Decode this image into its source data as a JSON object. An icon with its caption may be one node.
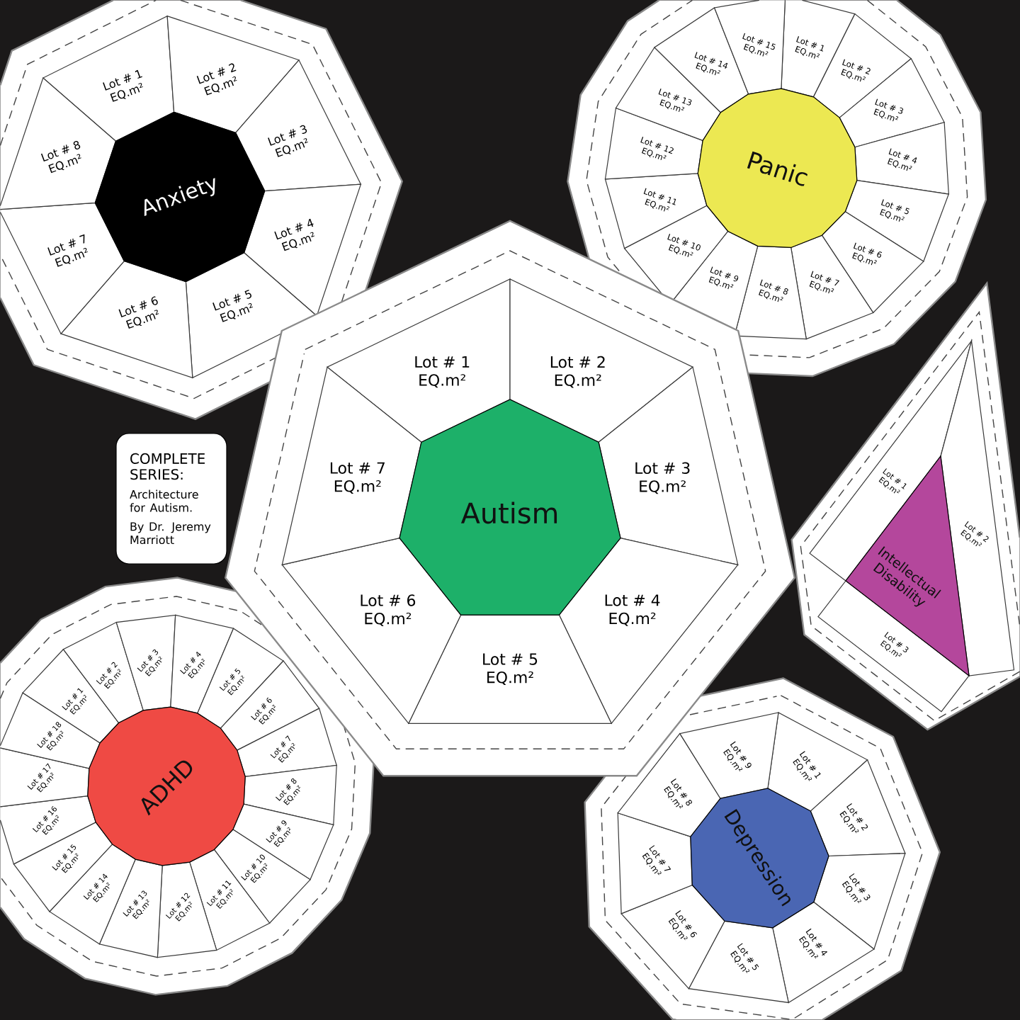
{
  "diagram": {
    "nodes": [
      {
        "text": [],
        "shape": "polygon"
      },
      {
        "text": [
          "Anxiety"
        ],
        "in": 0
      },
      {
        "text": [
          "Lot # 1",
          "EQ.m²"
        ],
        "in": 0
      },
      {
        "text": [
          "Lot # 2",
          "EQ.m²"
        ],
        "in": 0
      },
      {
        "text": [
          "Lot # 3",
          "EQ.m²"
        ],
        "in": 0
      },
      {
        "text": [
          "Lot # 4",
          "EQ.m²"
        ],
        "in": 0
      },
      {
        "text": [
          "Lot # 5",
          "EQ.m²"
        ],
        "in": 0
      },
      {
        "text": [
          "Lot # 6",
          "EQ.m²"
        ],
        "in": 0
      },
      {
        "text": [
          "Lot # 7",
          "EQ.m²"
        ],
        "in": 0
      },
      {
        "text": [
          "Lot # 8",
          "EQ.m²"
        ],
        "in": 0
      },
      {
        "text": [],
        "shape": "polygon"
      },
      {
        "text": [
          "Panic"
        ],
        "in": 10
      },
      {
        "text": [
          "Lot # 1",
          "EQ.m²"
        ],
        "in": 10
      },
      {
        "text": [
          "Lot # 2",
          "EQ.m²"
        ],
        "in": 10
      },
      {
        "text": [
          "Lot # 3",
          "EQ.m²"
        ],
        "in": 10
      },
      {
        "text": [
          "Lot # 4",
          "EQ.m²"
        ],
        "in": 10
      },
      {
        "text": [
          "Lot # 5",
          "EQ.m²"
        ],
        "in": 10
      },
      {
        "text": [
          "Lot # 6",
          "EQ.m²"
        ],
        "in": 10
      },
      {
        "text": [
          "Lot # 7",
          "EQ.m²"
        ],
        "in": 10
      },
      {
        "text": [
          "Lot # 8",
          "EQ.m²"
        ],
        "in": 10
      },
      {
        "text": [
          "Lot # 9",
          "EQ.m²"
        ],
        "in": 10
      },
      {
        "text": [
          "Lot # 10",
          "EQ.m²"
        ],
        "in": 10
      },
      {
        "text": [
          "Lot # 11",
          "EQ.m²"
        ],
        "in": 10
      },
      {
        "text": [
          "Lot # 12",
          "EQ.m²"
        ],
        "in": 10
      },
      {
        "text": [
          "Lot # 13",
          "EQ.m²"
        ],
        "in": 10
      },
      {
        "text": [
          "Lot # 14",
          "EQ.m²"
        ],
        "in": 10
      },
      {
        "text": [
          "Lot # 15",
          "EQ.m²"
        ],
        "in": 10
      },
      {
        "text": [
          "COMPLETE SERIES:",
          "Architecture for Autism.",
          "By Dr. Jeremy Marriott"
        ]
      },
      {
        "text": [],
        "shape": "polygon"
      },
      {
        "text": [
          "Autism"
        ],
        "in": 28
      },
      {
        "text": [
          "Lot # 1",
          "EQ.m²"
        ],
        "in": 28
      },
      {
        "text": [
          "Lot # 2",
          "EQ.m²"
        ],
        "in": 28
      },
      {
        "text": [
          "Lot # 3",
          "EQ.m²"
        ],
        "in": 28
      },
      {
        "text": [
          "Lot # 4",
          "EQ.m²"
        ],
        "in": 28
      },
      {
        "text": [
          "Lot # 5",
          "EQ.m²"
        ],
        "in": 28
      },
      {
        "text": [
          "Lot # 6",
          "EQ.m²"
        ],
        "in": 28
      },
      {
        "text": [
          "Lot # 7",
          "EQ.m²"
        ],
        "in": 28
      },
      {
        "text": [],
        "shape": "polygon"
      },
      {
        "text": [
          "Intellectual Disability"
        ],
        "in": 37
      },
      {
        "text": [
          "Lot # 1",
          "EQ.m²"
        ],
        "in": 37
      },
      {
        "text": [
          "Lot # 2",
          "EQ.m²"
        ],
        "in": 37
      },
      {
        "text": [
          "Lot # 3",
          "EQ.m²"
        ],
        "in": 37
      },
      {
        "text": [],
        "shape": "polygon"
      },
      {
        "text": [
          "ADHD"
        ],
        "in": 42
      },
      {
        "text": [
          "Lot # 1",
          "EQ.m²"
        ],
        "in": 42
      },
      {
        "text": [
          "Lot # 2",
          "EQ.m²"
        ],
        "in": 42
      },
      {
        "text": [
          "Lot # 3",
          "EQ.m²"
        ],
        "in": 42
      },
      {
        "text": [
          "Lot # 4",
          "EQ.m²"
        ],
        "in": 42
      },
      {
        "text": [
          "Lot # 5",
          "EQ.m²"
        ],
        "in": 42
      },
      {
        "text": [
          "Lot # 6",
          "EQ.m²"
        ],
        "in": 42
      },
      {
        "text": [
          "Lot # 7",
          "EQ.m²"
        ],
        "in": 42
      },
      {
        "text": [
          "Lot # 8",
          "EQ.m²"
        ],
        "in": 42
      },
      {
        "text": [
          "Lot # 9",
          "EQ.m²"
        ],
        "in": 42
      },
      {
        "text": [
          "Lot # 10",
          "EQ.m²"
        ],
        "in": 42
      },
      {
        "text": [
          "Lot # 11",
          "EQ.m²"
        ],
        "in": 42
      },
      {
        "text": [
          "Lot # 12",
          "EQ.m²"
        ],
        "in": 42
      },
      {
        "text": [
          "Lot # 13",
          "EQ.m²"
        ],
        "in": 42
      },
      {
        "text": [
          "Lot # 14",
          "EQ.m²"
        ],
        "in": 42
      },
      {
        "text": [
          "Lot # 15",
          "EQ.m²"
        ],
        "in": 42
      },
      {
        "text": [
          "Lot # 16",
          "EQ.m²"
        ],
        "in": 42
      },
      {
        "text": [
          "Lot # 17",
          "EQ.m²"
        ],
        "in": 42
      },
      {
        "text": [
          "Lot # 18",
          "EQ.m²"
        ],
        "in": 42
      },
      {
        "text": [],
        "shape": "polygon"
      },
      {
        "text": [
          "Depression"
        ],
        "in": 62
      },
      {
        "text": [
          "Lot # 1",
          "EQ.m²"
        ],
        "in": 62
      },
      {
        "text": [
          "Lot # 2",
          "EQ.m²"
        ],
        "in": 62
      },
      {
        "text": [
          "Lot # 3",
          "EQ.m²"
        ],
        "in": 62
      },
      {
        "text": [
          "Lot # 4",
          "EQ.m²"
        ],
        "in": 62
      },
      {
        "text": [
          "Lot # 5",
          "EQ.m²"
        ],
        "in": 62
      },
      {
        "text": [
          "Lot # 6",
          "EQ.m²"
        ],
        "in": 62
      },
      {
        "text": [
          "Lot # 7",
          "EQ.m²"
        ],
        "in": 62
      },
      {
        "text": [
          "Lot # 8",
          "EQ.m²"
        ],
        "in": 62
      },
      {
        "text": [
          "Lot # 9",
          "EQ.m²"
        ],
        "in": 62
      }
    ]
  }
}
